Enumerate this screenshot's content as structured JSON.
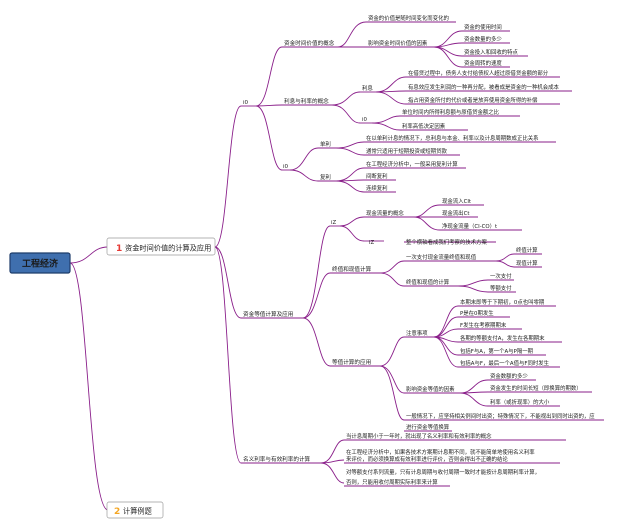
{
  "root": {
    "label": "工程经济"
  },
  "branch1": {
    "num": "1",
    "label": "资金时间价值的计算及应用",
    "num_color": "#e53935"
  },
  "branch2": {
    "num": "2",
    "label": "计算例题",
    "num_color": "#f5a623"
  },
  "s1": {
    "label": "i0",
    "a": {
      "label": "资金时间价值的概念",
      "a1": "资金的价值是随时间变化而变化的",
      "a2": {
        "label": "影响资金时间价值的因素",
        "items": [
          "资金的使用时间",
          "资金数量的多少",
          "资金投入和回收的特点",
          "资金周转的速度"
        ]
      }
    },
    "b": {
      "label": "利息与利率的概念",
      "lixi": {
        "label": "利息",
        "items": [
          "在借贷过程中，债务人支付给债权人超过原借贷金额的部分",
          "有息效应发生利润的一种再分配，被看成是资金的一种机会成本",
          "指占用资金所付的代价或者是放弃使用资金所得的补偿"
        ]
      },
      "lilv": {
        "label": "i0",
        "items": [
          "单位时间内所得利息额与原借贷金额之比",
          "利率高低决定因素"
        ]
      }
    },
    "c": {
      "label": "i0",
      "danli": {
        "label": "单利",
        "items": [
          "在以单利计息的情况下，总利息与本金、利率以及计息周期数成正比关系",
          "通常只适用于短期投资或短期贷款"
        ]
      },
      "fuli": {
        "label": "复利",
        "items": [
          "在工程经济分析中，一般采用复利计算",
          "间断复利",
          "连续复利"
        ]
      }
    }
  },
  "s2": {
    "label": "资金等值计算及应用",
    "a": {
      "label": "iZ",
      "xj": {
        "label": "现金流量的概念",
        "items": [
          "现金流入CIt",
          "现金流出Ct",
          "净现金流量（CI-CO）t"
        ]
      },
      "b2": {
        "label": "iZ",
        "text": "整个横轴看成我们考察的技术方案"
      }
    },
    "b": {
      "label": "终值和现值计算",
      "b1": {
        "label": "一次支付现金流量终值和现值",
        "items": [
          "终值计算",
          "现值计算"
        ]
      },
      "b2": {
        "label": "终值和现值的计算",
        "items": [
          "一次支付",
          "等额支付"
        ]
      }
    },
    "c": {
      "label": "等值计算的应用",
      "c1": {
        "label": "注意事项",
        "items": [
          "本期末即等于下期初，0点也叫零期",
          "P是在0期发生",
          "F发生在考察期期末",
          "各期的等额支付A，发生在各期期末",
          "包括F与A，第一个A与P隔一期",
          "包括A与F，最后一个A值与F同时发生"
        ]
      },
      "c2": {
        "label": "影响资金等值的因素",
        "items": [
          "资金数额的多少",
          "资金发生的时间长短（即换算的期数）",
          "利率（或折现率）的大小"
        ]
      },
      "c3": [
        "一般情况下，应坚持相关例间时出资；特殊情况下，不能视出到同时出资的，应",
        "进行资金等值换算"
      ]
    }
  },
  "s3": {
    "label": "名义利率与有效利率的计算",
    "items": [
      [
        "当计息周期小于一年时，就出现了名义利率和有效利率的概念"
      ],
      [
        "在工程经济分析中，如果各技术方案期计息期不同，就不能简单地使用名义利率",
        "来评价，而必须换算成有效利率进行评价，否则会得出不正确的结论"
      ],
      [
        "对等额支付系列流量，只有计息周期与收付周期一致时才能按计息周期利率计算，",
        "否则，只能用收付周期实际利率来计算"
      ]
    ]
  }
}
